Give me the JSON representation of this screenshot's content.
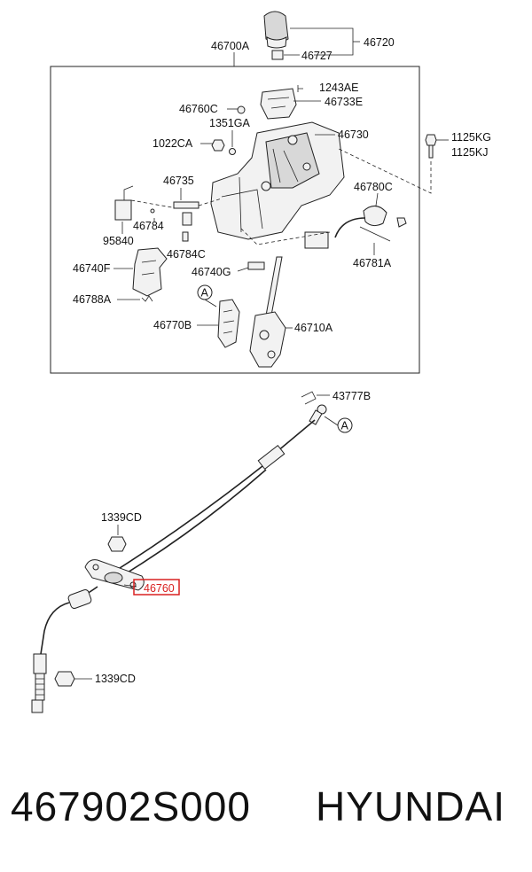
{
  "labels": {
    "l46700A": "46700A",
    "l46720": "46720",
    "l46727": "46727",
    "l1243AE": "1243AE",
    "l46760C": "46760C",
    "l46733E": "46733E",
    "l1351GA": "1351GA",
    "l46730": "46730",
    "l1022CA": "1022CA",
    "l1125KG": "1125KG",
    "l1125KJ": "1125KJ",
    "l46735": "46735",
    "l46780C": "46780C",
    "l46784": "46784",
    "l95840": "95840",
    "l46784C": "46784C",
    "l46740F": "46740F",
    "l46740G": "46740G",
    "l46781A": "46781A",
    "l46788A": "46788A",
    "l46770B": "46770B",
    "l46710A": "46710A",
    "l43777B": "43777B",
    "l1339CD_top": "1339CD",
    "l46760": "46760",
    "l1339CD_bottom": "1339CD"
  },
  "callouts": {
    "ref_a_upper": "A",
    "ref_a_lower": "A"
  },
  "highlight": {
    "part": "46760",
    "color": "#d92020"
  },
  "footer": {
    "part_number": "467902S000",
    "brand": "HYUNDAI"
  }
}
